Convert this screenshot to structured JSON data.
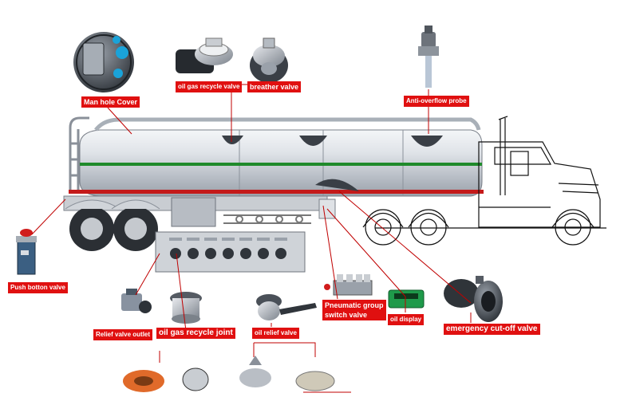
{
  "colors": {
    "label_bg": "#e01010",
    "label_text": "#ffffff",
    "leader_line": "#c00000",
    "tank_body": "#d4d8de",
    "tank_stripe_green": "#1f8a2b",
    "tank_stripe_red": "#c41a1a",
    "tractor_outline": "#111111"
  },
  "labels": {
    "manhole_cover": "Man hole Cover",
    "oil_gas_recycle_valve": "oil gas recycle valve",
    "breather_valve": "breather valve",
    "anti_overflow_probe": "Anti-overflow probe",
    "push_button_valve": "Push botton valve",
    "relief_valve_outlet": "Relief valve outlet",
    "oil_gas_recycle_joint": "oil gas recycle joint",
    "oil_relief_valve": "oil relief valve",
    "pneumatic_group_switch_valve": "Pneumatic group switch valve",
    "oil_display": "oil display",
    "emergency_cut_off_valve": "emergency cut-off valve"
  },
  "component_icons": [
    "manhole-cover-icon",
    "recycle-valve-icon",
    "breather-valve-icon",
    "anti-overflow-probe-icon",
    "push-button-valve-icon",
    "relief-outlet-icon",
    "recycle-joint-icon",
    "oil-relief-valve-icon",
    "pneumatic-switch-icon",
    "oil-display-icon",
    "emergency-cutoff-icon"
  ]
}
